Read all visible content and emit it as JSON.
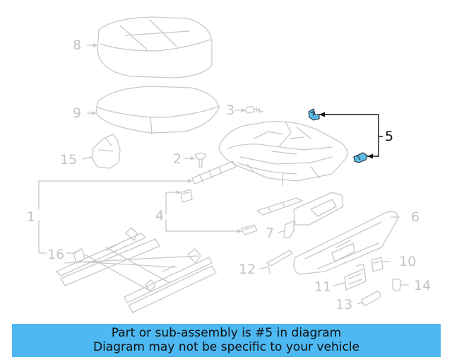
{
  "diagram": {
    "callouts": [
      "8",
      "9",
      "3",
      "15",
      "2",
      "1",
      "4",
      "16",
      "7",
      "12",
      "6",
      "10",
      "11",
      "14",
      "13",
      "5"
    ],
    "highlight_color": "#5bbde8",
    "highlighted_part": "5"
  },
  "banner": {
    "line1": "Part or sub-assembly is #5 in diagram",
    "line2": "Diagram may not be specific to your vehicle",
    "color": "#4db8f2"
  }
}
